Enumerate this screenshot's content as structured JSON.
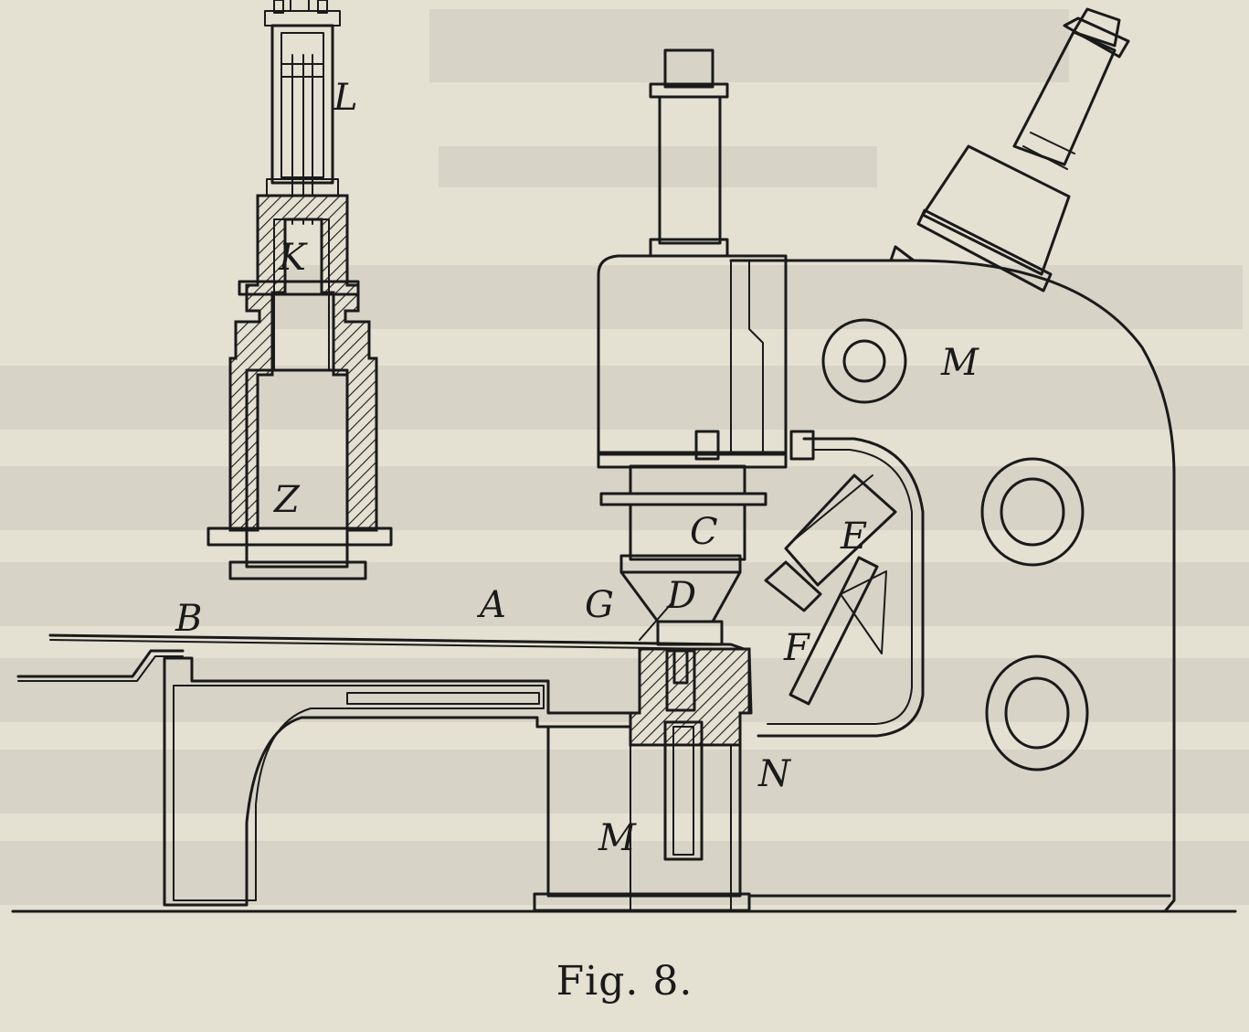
{
  "figure": {
    "caption": "Fig. 8.",
    "labels": {
      "L": "L",
      "K": "K",
      "Z": "Z",
      "B": "B",
      "A": "A",
      "G": "G",
      "D": "D",
      "C": "C",
      "E": "E",
      "F": "F",
      "M_frame": "M",
      "N": "N",
      "M_lower": "M"
    }
  }
}
